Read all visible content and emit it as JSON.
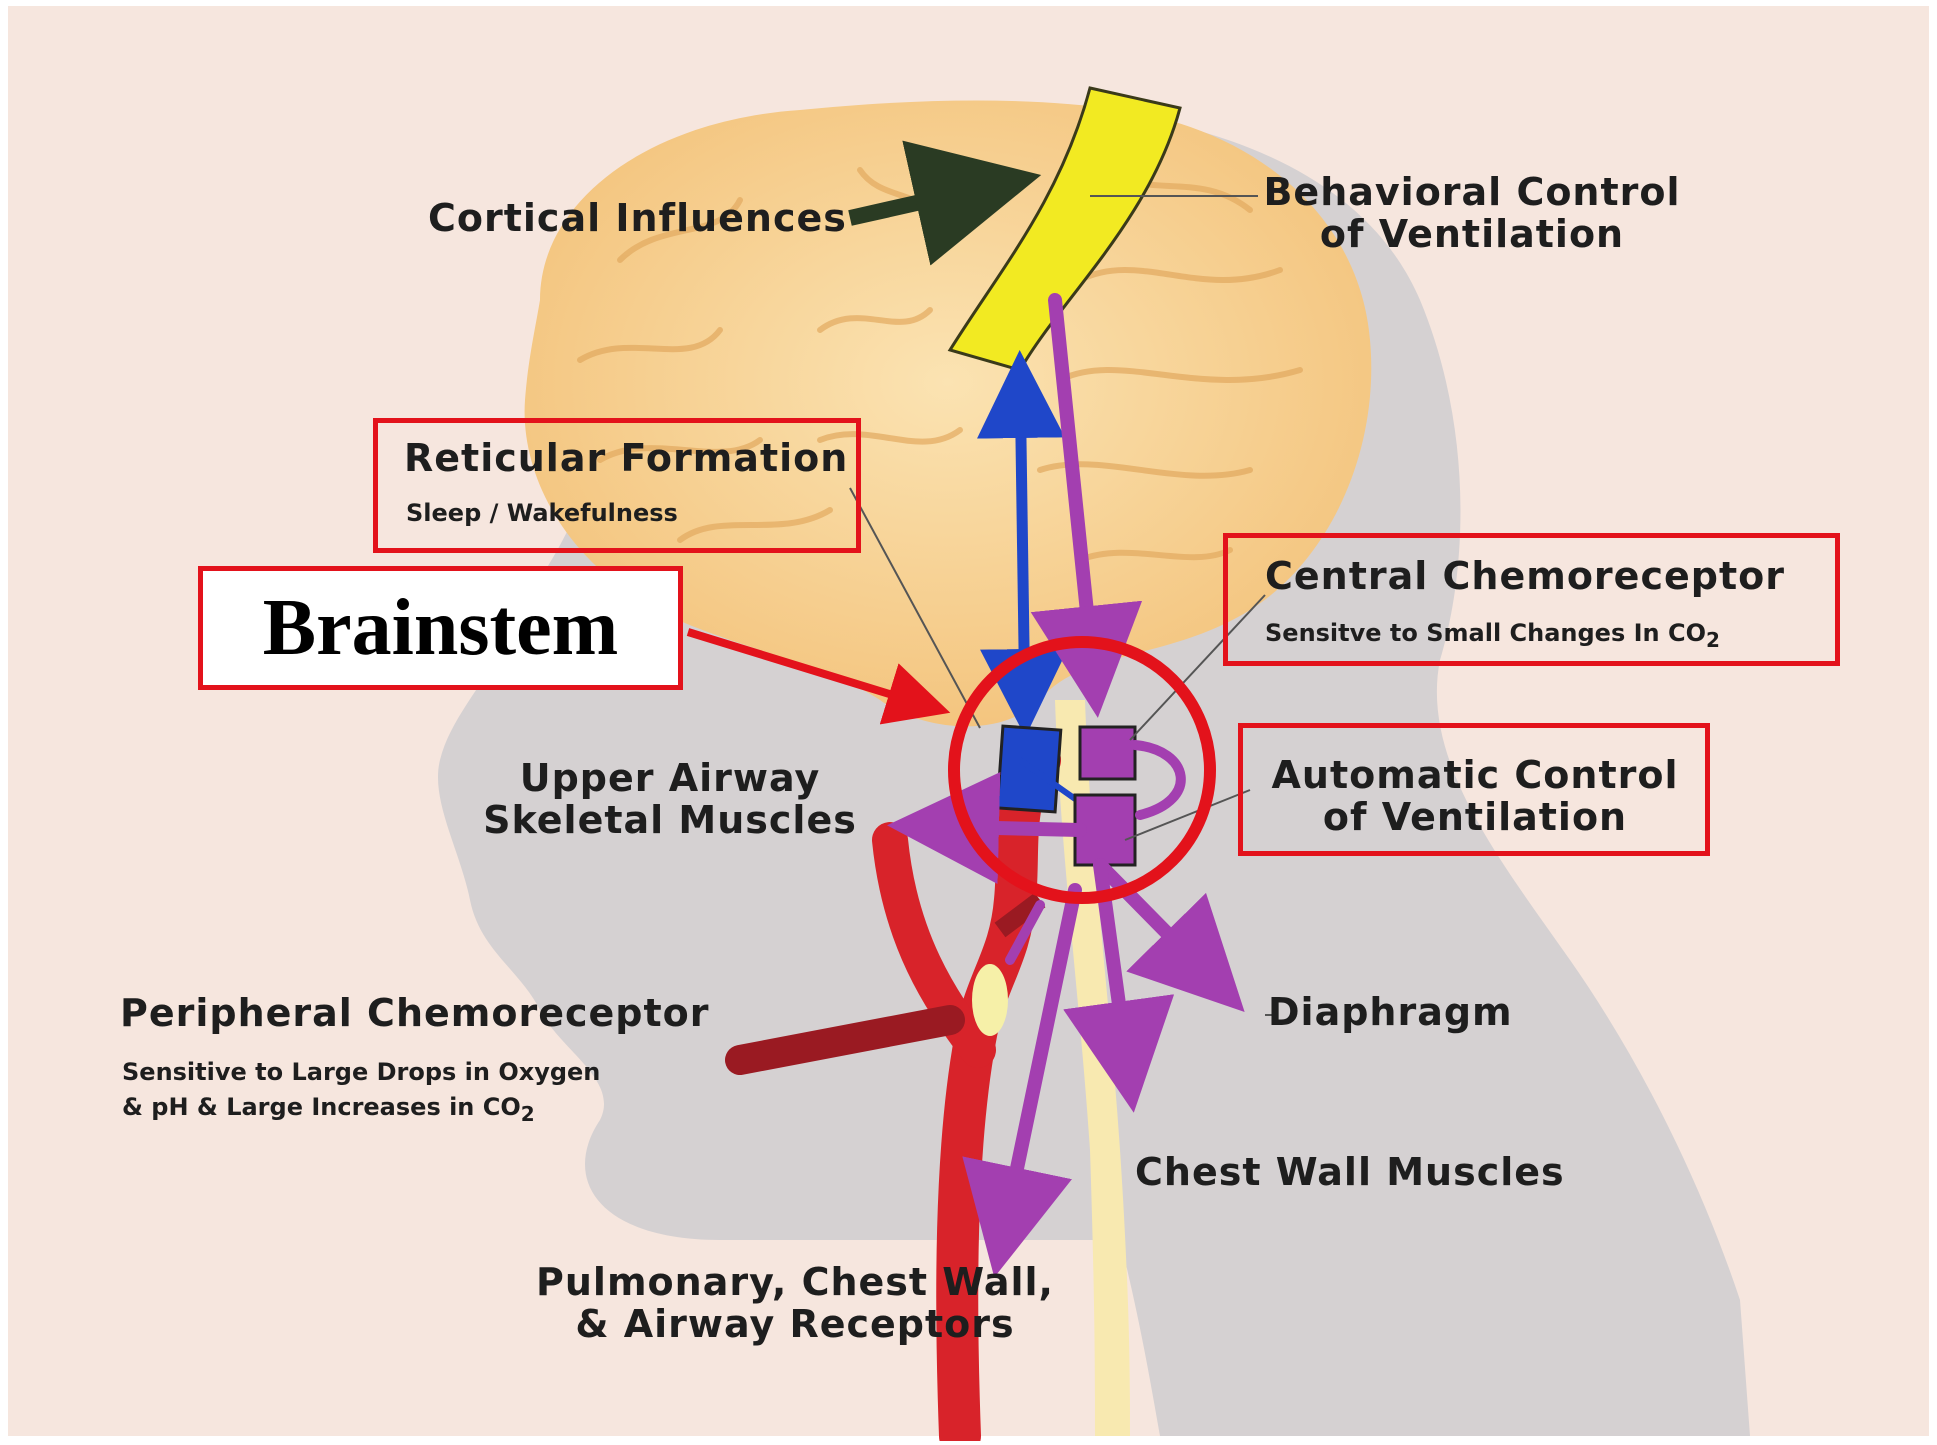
{
  "diagram": {
    "title_label": "Brainstem",
    "labels": {
      "cortical_influences": "Cortical Influences",
      "behavioral_control": [
        "Behavioral Control",
        "of Ventilation"
      ],
      "reticular_formation": {
        "title": "Reticular Formation",
        "sub": "Sleep / Wakefulness"
      },
      "central_chemoreceptor": {
        "title": "Central Chemoreceptor",
        "sub": "Sensitve to Small Changes In CO",
        "sub_subscript": "2"
      },
      "automatic_control": [
        "Automatic Control",
        "of Ventilation"
      ],
      "upper_airway": [
        "Upper Airway",
        "Skeletal Muscles"
      ],
      "peripheral_chemoreceptor": {
        "title": "Peripheral Chemoreceptor",
        "sub": [
          "Sensitive to Large Drops in Oxygen",
          "& pH & Large Increases in CO"
        ],
        "sub_subscript": "2"
      },
      "diaphragm": "Diaphragm",
      "chest_wall_muscles": "Chest Wall Muscles",
      "pulmonary_receptors": [
        "Pulmonary, Chest Wall,",
        "& Airway Receptors"
      ]
    },
    "colors": {
      "highlight_red": "#e3121b",
      "brain": "#f7cf8c",
      "cortex_band": "#f2ea22",
      "pathway_purple": "#a33fb0",
      "pathway_blue": "#1f47c9",
      "artery_red": "#d8232a",
      "head_silhouette": "#cfcdd0",
      "background": "#f6e6de"
    }
  }
}
